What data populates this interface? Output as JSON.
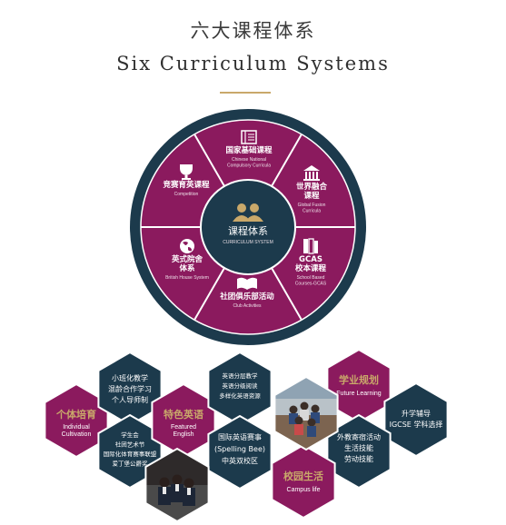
{
  "header": {
    "title_cn": "六大课程体系",
    "title_en": "Six Curriculum Systems"
  },
  "colors": {
    "navy": "#1c3a4c",
    "burgundy": "#8b1a5e",
    "gold": "#c9a86a",
    "ring_line": "#ffffff"
  },
  "center": {
    "icon": "people-group-icon",
    "label_cn": "课程体系",
    "label_en": "CURRICULUM SYSTEM"
  },
  "segments": [
    {
      "icon": "book-stack-icon",
      "cn": [
        "国家基础课程"
      ],
      "en": [
        "Chinese National",
        "Compulsory Curricula"
      ]
    },
    {
      "icon": "institution-building-icon",
      "cn": [
        "世界融合",
        "课程"
      ],
      "en": [
        "Global Fusion",
        "Curricula"
      ]
    },
    {
      "icon": "books-icon",
      "cn": [
        "GCAS",
        "校本课程"
      ],
      "en": [
        "School Based",
        "Courses-GCAS"
      ]
    },
    {
      "icon": "open-book-icon",
      "cn": [
        "社团俱乐部活动"
      ],
      "en": [
        "Club Activities"
      ]
    },
    {
      "icon": "globe-icon",
      "cn": [
        "英式院舍",
        "体系"
      ],
      "en": [
        "British House System"
      ]
    },
    {
      "icon": "trophy-icon",
      "cn": [
        "竞赛育英课程"
      ],
      "en": [
        "Competition"
      ]
    }
  ],
  "hexes": {
    "individual": {
      "cn": "个体培育",
      "en": [
        "Individual",
        "Cultivation"
      ]
    },
    "class_mode": {
      "lines": [
        "小班化教学",
        "混龄合作学习",
        "个人导师制"
      ]
    },
    "clubs": {
      "lines": [
        "学生会",
        "社团艺术节",
        "国际化体育赛事联盟",
        "爱丁堡公爵奖"
      ]
    },
    "featured": {
      "cn": "特色英语",
      "en": [
        "Featured",
        "English"
      ]
    },
    "english_teaching": {
      "lines": [
        "英语分层教学",
        "英语分级阅读",
        "多样化英语资源"
      ]
    },
    "english_contest": {
      "lines": [
        "国际英语赛事",
        "(Spelling Bee)",
        "中英双校区"
      ]
    },
    "future": {
      "cn": "学业规划",
      "en": "Future Learning"
    },
    "igcse": {
      "lines": [
        "升学辅导",
        "IGCSE 学科选择"
      ]
    },
    "campus_activities": {
      "lines": [
        "外教寄宿活动",
        "生活技能",
        "劳动技能"
      ]
    },
    "campus_life": {
      "cn": "校园生活",
      "en": "Campus life"
    }
  },
  "photos": {
    "classroom": "classroom-photo",
    "students": "students-photo"
  }
}
